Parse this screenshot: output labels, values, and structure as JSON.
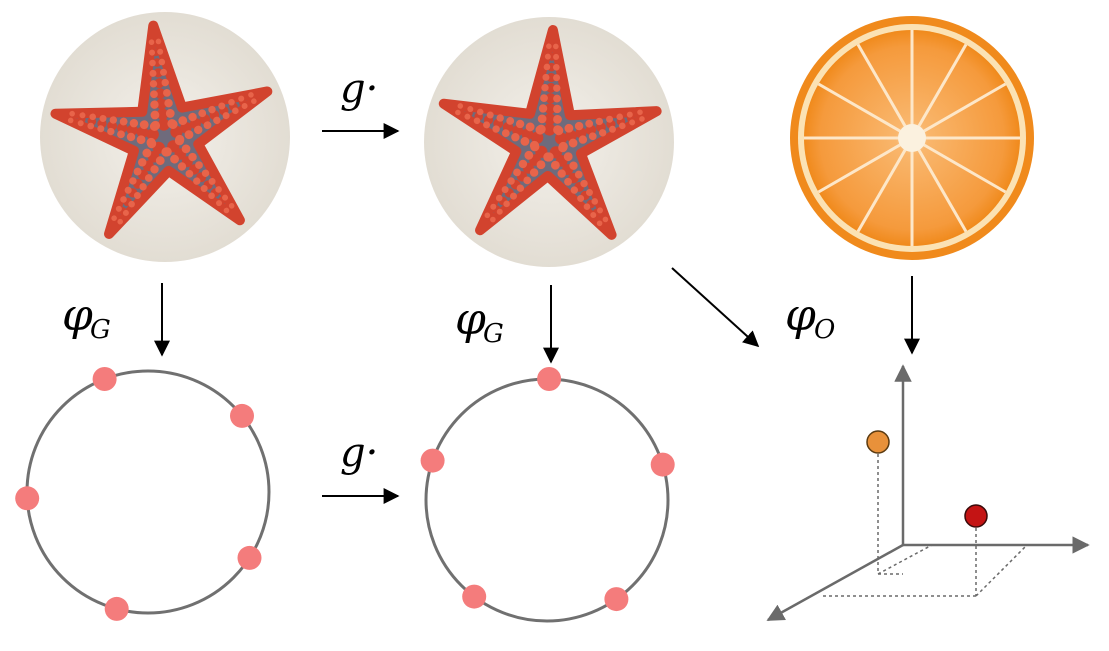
{
  "labels": {
    "action_symbol": "g·",
    "group_map_base": "φ",
    "group_map_sub": "G",
    "orbit_map_base": "φ",
    "orbit_map_sub": "O"
  },
  "images": [
    {
      "name": "starfish-image",
      "depicts": "red starfish on sand"
    },
    {
      "name": "rotated-starfish-image",
      "depicts": "red starfish on sand, rotated"
    },
    {
      "name": "orange-slice-image",
      "depicts": "orange cross-section"
    }
  ],
  "circle_points_left": {
    "count": 5,
    "color": "#f47c7c"
  },
  "circle_points_right": {
    "count": 5,
    "color": "#f47c7c"
  },
  "scatter_points": [
    {
      "name": "orange-point",
      "color": "#e8913a"
    },
    {
      "name": "red-point",
      "color": "#c41414"
    }
  ],
  "colors": {
    "starfish_red": "#d2432e",
    "starfish_body": "#6f6b7c",
    "sand": "#ece8e1",
    "orange_peel": "#f08a1c",
    "orange_flesh": "#f7a24a",
    "circle_stroke": "#707070",
    "axis": "#6a6a6a"
  }
}
